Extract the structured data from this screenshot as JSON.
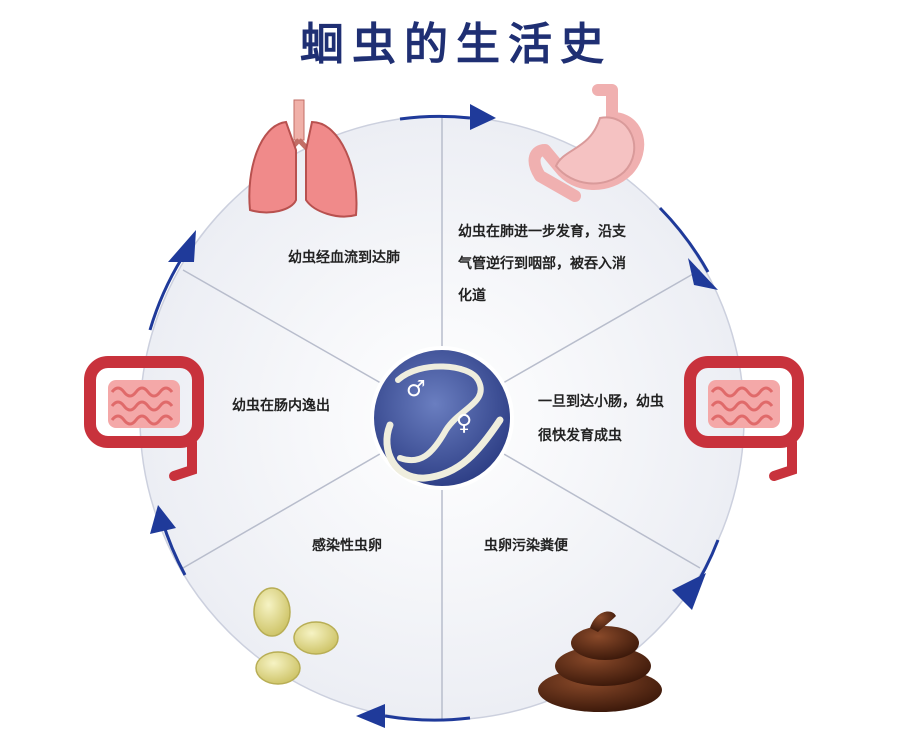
{
  "title": "蛔虫的生活史",
  "center": {
    "male_symbol": "♂",
    "female_symbol": "♀"
  },
  "stages": {
    "lung_migration": {
      "icon": "lungs-icon",
      "lines": [
        "幼虫经血流到达肺"
      ]
    },
    "lung_development": {
      "icon": "stomach-icon",
      "lines": [
        "幼虫在肺进一步发育，沿支",
        "气管逆行到咽部，被吞入消",
        "化道"
      ]
    },
    "small_intestine": {
      "icon": "intestine-icon",
      "lines": [
        "一旦到达小肠，幼虫",
        "很快发育成虫"
      ]
    },
    "feces": {
      "icon": "feces-icon",
      "lines": [
        "虫卵污染粪便"
      ]
    },
    "infective_eggs": {
      "icon": "eggs-icon",
      "lines": [
        "感染性虫卵"
      ]
    },
    "hatch": {
      "icon": "intestine-icon",
      "lines": [
        "幼虫在肠内逸出"
      ]
    }
  },
  "colors": {
    "title": "#1f2f73",
    "ring": "#1f3a9a",
    "center_fill": "#3b4f9c",
    "wheel_fill": "#f3f4f8",
    "lung": "#f08a8a",
    "intestine": "#c8323c",
    "feces": "#5a2a16",
    "egg": "#e4de98"
  }
}
